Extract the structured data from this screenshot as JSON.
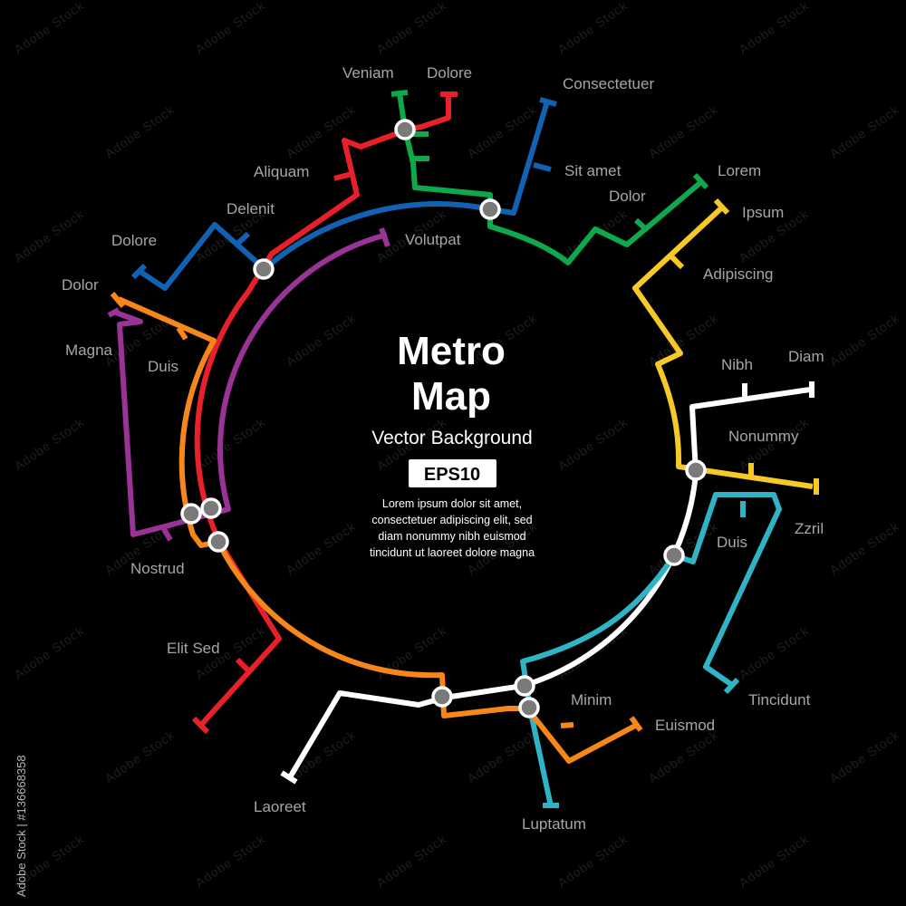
{
  "title_line1": "Metro",
  "title_line2": "Map",
  "subtitle": "Vector Background",
  "badge": "EPS10",
  "body_lines": [
    "Lorem ipsum dolor sit amet,",
    "consectetuer adipiscing elit, sed",
    "diam nonummy nibh euismod",
    "tincidunt ut laoreet dolore magna"
  ],
  "watermark": "Adobe Stock",
  "stock_id": "Adobe Stock | #136668358",
  "colors": {
    "background": "#000000",
    "red": "#e8202a",
    "blue": "#1262b3",
    "green": "#10a84c",
    "yellow": "#f7c928",
    "white": "#ffffff",
    "cyan": "#2fb3c5",
    "orange": "#f7861b",
    "purple": "#9a3396",
    "station_fill": "#7a7a7a"
  },
  "lines": [
    {
      "name": "red",
      "color": "#e8202a"
    },
    {
      "name": "blue",
      "color": "#1262b3"
    },
    {
      "name": "green",
      "color": "#10a84c"
    },
    {
      "name": "yellow",
      "color": "#f7c928"
    },
    {
      "name": "white",
      "color": "#ffffff"
    },
    {
      "name": "cyan",
      "color": "#2fb3c5"
    },
    {
      "name": "orange",
      "color": "#f7861b"
    },
    {
      "name": "purple",
      "color": "#9a3396"
    }
  ],
  "stations": [
    "Veniam",
    "Dolore",
    "Consectetuer",
    "Aliquam",
    "Sit amet",
    "Lorem",
    "Dolor",
    "Ipsum",
    "Delenit",
    "Volutpat",
    "Dolore",
    "Adipiscing",
    "Dolor",
    "Magna",
    "Duis",
    "Nibh",
    "Diam",
    "Nonummy",
    "Zzril",
    "Duis",
    "Nostrud",
    "Elit Sed",
    "Tincidunt",
    "Minim",
    "Euismod",
    "Laoreet",
    "Luptatum"
  ]
}
